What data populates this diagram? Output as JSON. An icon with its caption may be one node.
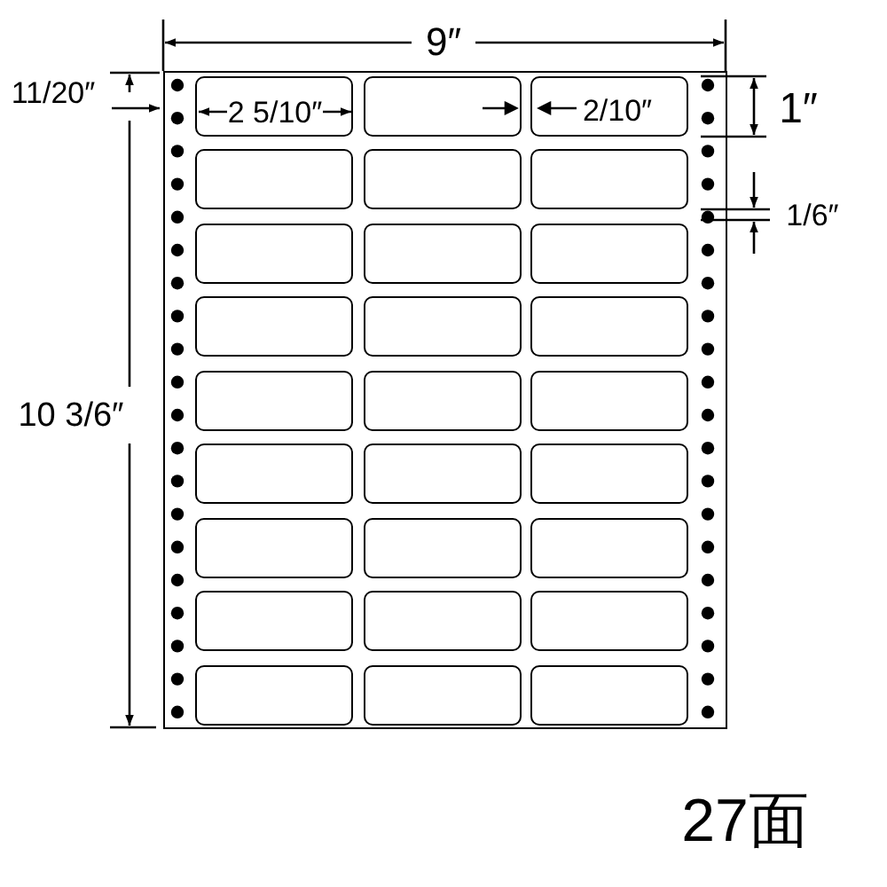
{
  "diagram": {
    "nodes": [
      {
        "text": [],
        "shape": "box"
      },
      {
        "text": [],
        "shape": "box",
        "in": 0
      },
      {
        "text": [],
        "shape": "box",
        "in": 0
      },
      {
        "text": [],
        "shape": "box",
        "in": 0
      },
      {
        "text": [],
        "shape": "box",
        "in": 0
      },
      {
        "text": [],
        "shape": "box",
        "in": 0
      },
      {
        "text": [],
        "shape": "box",
        "in": 0
      },
      {
        "text": [],
        "shape": "box",
        "in": 0
      },
      {
        "text": [],
        "shape": "box",
        "in": 0
      },
      {
        "text": [],
        "shape": "box",
        "in": 0
      },
      {
        "text": [],
        "shape": "box",
        "in": 0
      },
      {
        "text": [],
        "shape": "box",
        "in": 0
      },
      {
        "text": [],
        "shape": "box",
        "in": 0
      },
      {
        "text": [],
        "shape": "box",
        "in": 0
      },
      {
        "text": [],
        "shape": "box",
        "in": 0
      },
      {
        "text": [],
        "shape": "box",
        "in": 0
      },
      {
        "text": [],
        "shape": "box",
        "in": 0
      },
      {
        "text": [],
        "shape": "box",
        "in": 0
      },
      {
        "text": [],
        "shape": "box",
        "in": 0
      },
      {
        "text": [],
        "shape": "box",
        "in": 0
      },
      {
        "text": [],
        "shape": "box",
        "in": 0
      },
      {
        "text": [],
        "shape": "box",
        "in": 0
      },
      {
        "text": [],
        "shape": "box",
        "in": 0
      },
      {
        "text": [],
        "shape": "box",
        "in": 0
      },
      {
        "text": [],
        "shape": "box",
        "in": 0
      },
      {
        "text": [],
        "shape": "box",
        "in": 0
      },
      {
        "text": [],
        "shape": "box",
        "in": 0
      },
      {
        "text": [],
        "shape": "box",
        "in": 0
      }
    ],
    "labels": [
      "9″",
      "11/20″",
      "2 5/10″",
      "2/10″",
      "1″",
      "1/6″",
      "10 3/6″",
      "27面"
    ]
  }
}
